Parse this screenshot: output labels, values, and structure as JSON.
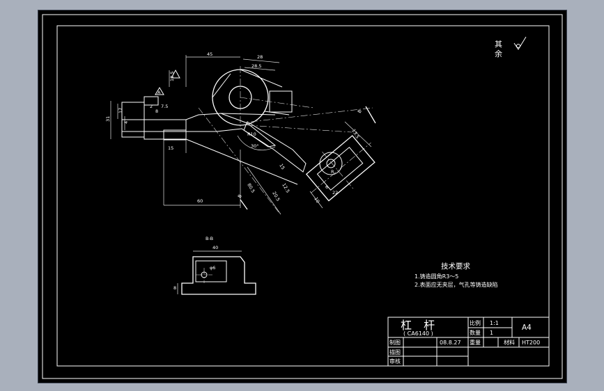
{
  "colors": {
    "window_background": "#a9b0bc",
    "drawing_background": "#000000",
    "line_color": "#ffffff"
  },
  "corner_symbol": {
    "line1": "其",
    "line2": "余",
    "roughness_icon": "check-roughness-icon"
  },
  "dimensions": {
    "d45": "45",
    "d28": "28",
    "d28_5": "28.5",
    "d12_5": "12.5",
    "d31": "31",
    "d17": "17",
    "d4": "4",
    "d8": "8",
    "d2": "2",
    "d7_5": "7.5",
    "d15": "15",
    "d60": "60",
    "r10": "R10",
    "d30": "30°",
    "d80_5": "80.5",
    "d20_5": "20.5",
    "d12_5b": "12.5",
    "d15b": "15",
    "d13_5": "13.5",
    "d10": "10",
    "d6": "6",
    "d40": "40",
    "d8b": "8",
    "d22": "22",
    "dR": "R",
    "cut_b_upper": "B",
    "cut_b_lower": "B",
    "cut_a": "A"
  },
  "section_view": {
    "label": "B-B",
    "width_dim": "40",
    "height_dim": "8",
    "hole_dim": "φ6"
  },
  "technical_requirements": {
    "heading": "技术要求",
    "item1": "1.铸造圆角R3～5",
    "item2": "2.表面应无夹层，气孔等铸造缺陷"
  },
  "title_block": {
    "part_name": "杠 杆",
    "part_code": "( CA6140 )",
    "scale_label": "比例",
    "scale_value": "1:1",
    "qty_label": "数量",
    "qty_value": "1",
    "sheet_size": "A4",
    "weight_label": "重量",
    "material_label": "材料",
    "material_value": "HT200",
    "drawn_label": "制图",
    "drawn_date": "08.8.27",
    "drafted_label": "描图",
    "checked_label": "审核"
  }
}
